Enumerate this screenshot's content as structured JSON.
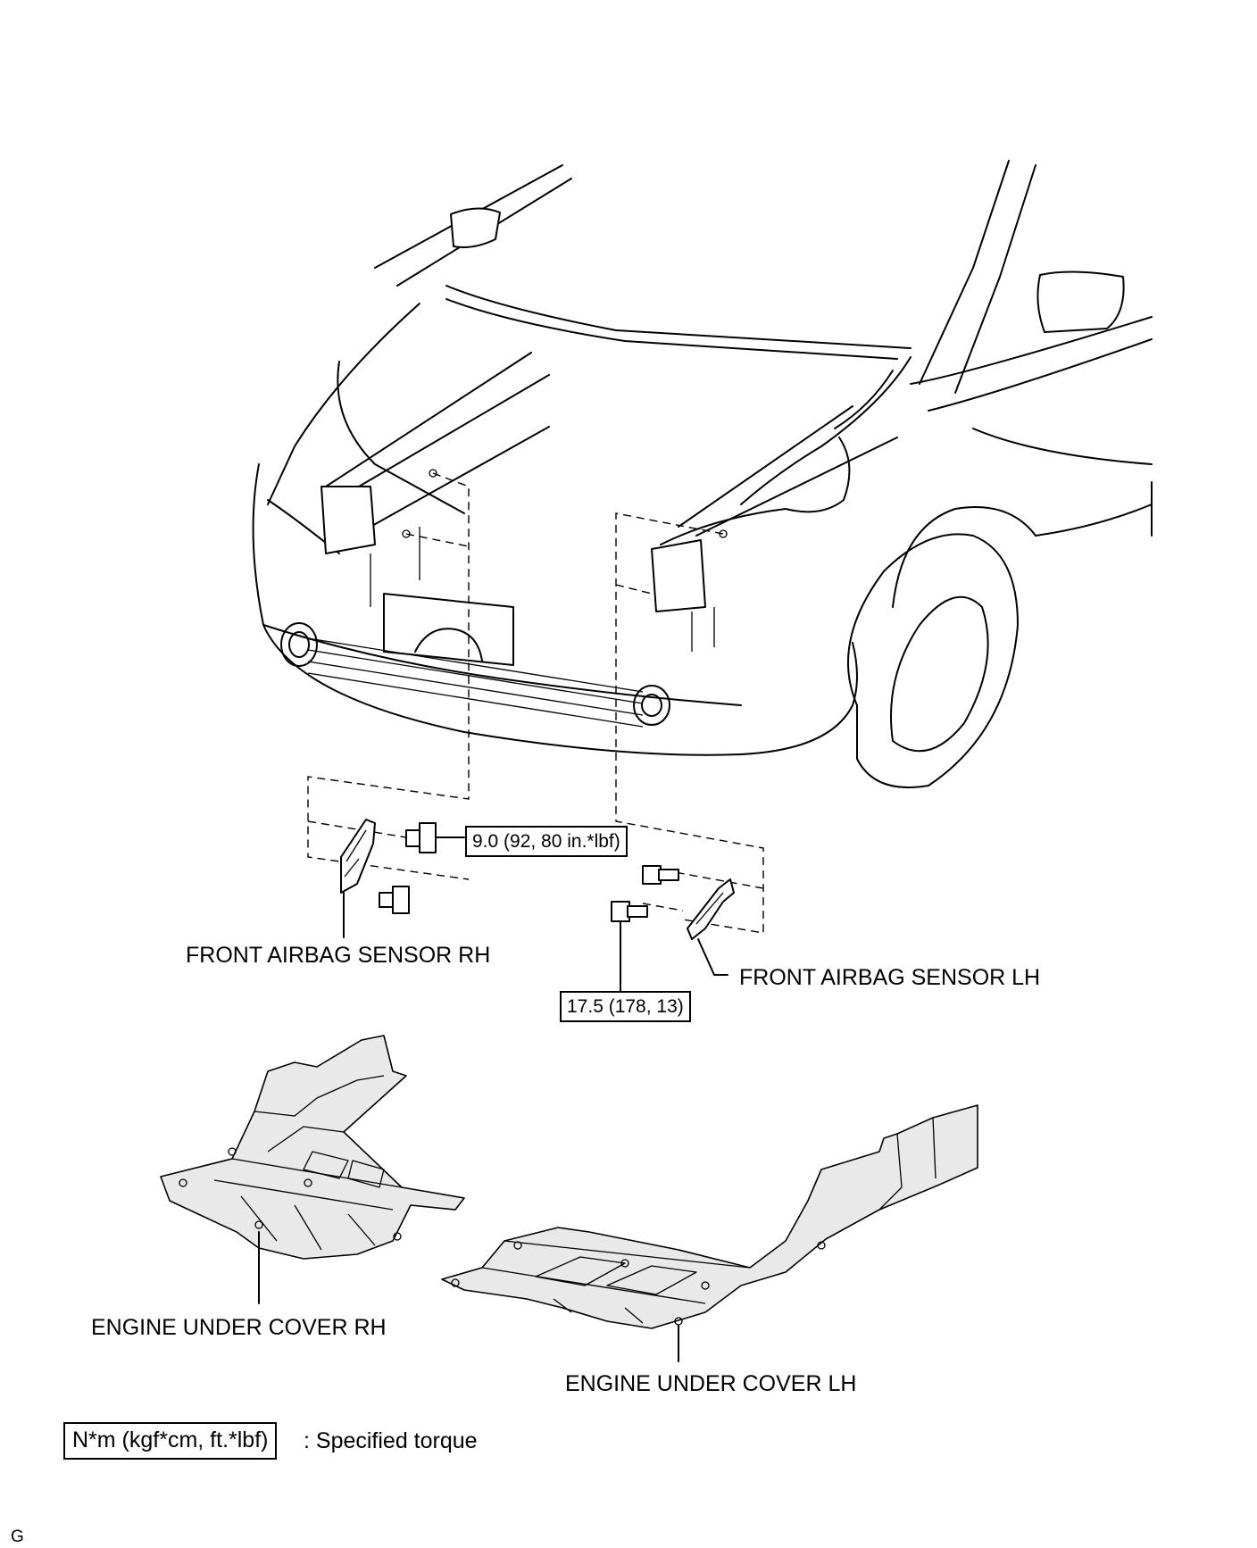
{
  "labels": {
    "sensor_rh": "FRONT AIRBAG SENSOR RH",
    "sensor_lh": "FRONT AIRBAG SENSOR LH",
    "cover_rh": "ENGINE UNDER COVER RH",
    "cover_lh": "ENGINE UNDER COVER LH"
  },
  "torques": {
    "sensor_rh_bolt": "9.0 (92, 80 in.*lbf)",
    "sensor_lh_bolt": "17.5 (178, 13)"
  },
  "legend": {
    "unit_box": "N*m (kgf*cm, ft.*lbf)",
    "description": ": Specified torque"
  },
  "corner_mark": "G"
}
